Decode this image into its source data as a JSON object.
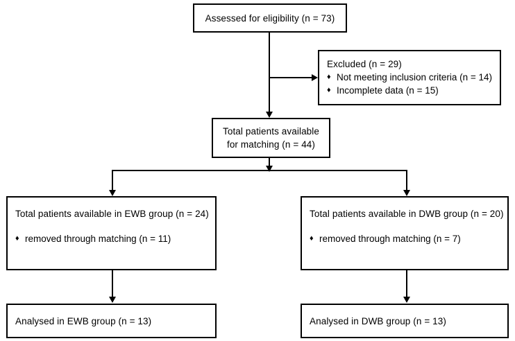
{
  "chart_data": {
    "type": "diagram",
    "title": "Patient flow diagram",
    "nodes": [
      {
        "id": "assessed",
        "label": "Assessed for eligibility  (n = 73)",
        "n": 73
      },
      {
        "id": "excluded",
        "label": "Excluded (n = 29)",
        "n": 29,
        "bullets": [
          "Not meeting inclusion criteria (n = 14)",
          "Incomplete data (n = 15)"
        ]
      },
      {
        "id": "matching",
        "label": "Total patients available for matching (n = 44)",
        "n": 44
      },
      {
        "id": "ewb",
        "label": "Total patients available in EWB group (n = 24)",
        "n": 24,
        "bullets": [
          "removed through matching (n = 11)"
        ]
      },
      {
        "id": "dwb",
        "label": "Total patients available in DWB group (n = 20)",
        "n": 20,
        "bullets": [
          "removed through matching (n = 7)"
        ]
      },
      {
        "id": "ewb-analysed",
        "label": "Analysed in EWB group (n = 13)",
        "n": 13
      },
      {
        "id": "dwb-analysed",
        "label": "Analysed in DWB group (n = 13)",
        "n": 13
      }
    ],
    "edges": [
      {
        "from": "assessed",
        "to": "excluded"
      },
      {
        "from": "assessed",
        "to": "matching"
      },
      {
        "from": "matching",
        "to": "ewb"
      },
      {
        "from": "matching",
        "to": "dwb"
      },
      {
        "from": "ewb",
        "to": "ewb-analysed"
      },
      {
        "from": "dwb",
        "to": "dwb-analysed"
      }
    ]
  },
  "diagram": {
    "assessed": {
      "line1": "Assessed for eligibility  (n = 73)"
    },
    "excluded": {
      "line1": "Excluded (n = 29)",
      "bullet1": "Not meeting inclusion criteria (n = 14)",
      "bullet2": "Incomplete data (n = 15)",
      "bullet_glyph": "♦"
    },
    "matching": {
      "line1": "Total patients available",
      "line2": "for matching (n = 44)"
    },
    "ewb": {
      "line1": "Total patients available in EWB group (n = 24)",
      "bullet1": "removed through matching (n = 11)",
      "bullet_glyph": "♦"
    },
    "dwb": {
      "line1": "Total patients available in DWB group (n = 20)",
      "bullet1": "removed through matching (n = 7)",
      "bullet_glyph": "♦"
    },
    "ewb_analysed": {
      "line1": "Analysed in EWB group (n = 13)"
    },
    "dwb_analysed": {
      "line1": "Analysed in DWB group (n = 13)"
    },
    "colors": {
      "stroke": "#000000",
      "fill": "#ffffff",
      "text": "#000000"
    }
  }
}
